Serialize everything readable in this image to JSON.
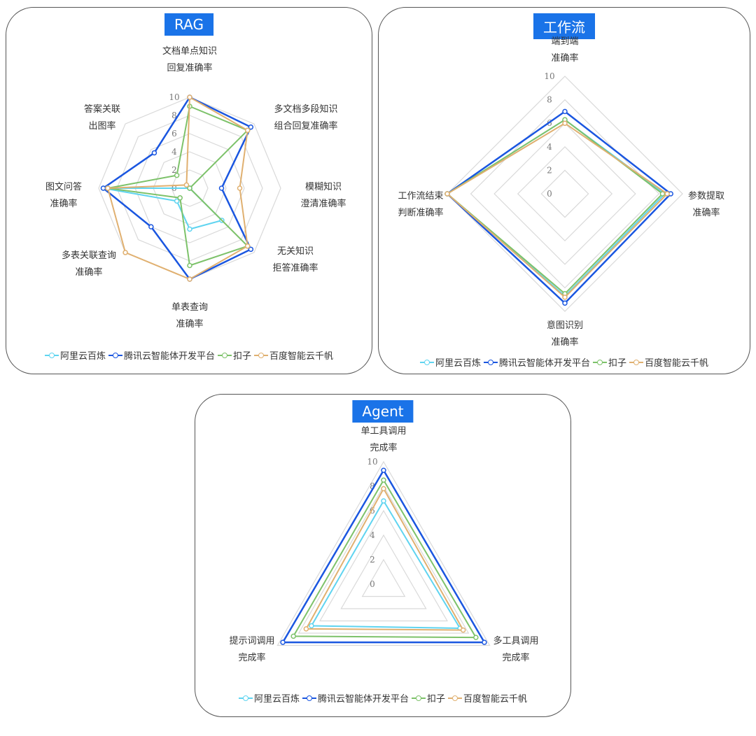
{
  "legend": [
    {
      "name": "阿里云百炼",
      "color": "#5fd4f0"
    },
    {
      "name": "腾讯云智能体开发平台",
      "color": "#1a56e0"
    },
    {
      "name": "扣子",
      "color": "#7dc26a"
    },
    {
      "name": "百度智能云千帆",
      "color": "#e0b070"
    }
  ],
  "chart_data": [
    {
      "type": "radar",
      "title": "RAG",
      "axes": [
        [
          "文档单点知识",
          "回复准确率"
        ],
        [
          "多文档多段知识",
          "组合回复准确率"
        ],
        [
          "模糊知识",
          "澄清准确率"
        ],
        [
          "无关知识",
          "拒答准确率"
        ],
        [
          "单表查询",
          "准确率"
        ],
        [
          "多表关联查询",
          "准确率"
        ],
        [
          "图文问答",
          "准确率"
        ],
        [
          "答案关联",
          "出图率"
        ]
      ],
      "tick_labels": [
        "0",
        "2",
        "4",
        "6",
        "8",
        "10"
      ],
      "range": [
        0,
        10
      ],
      "grid": true,
      "series": [
        {
          "name": "阿里云百炼",
          "values": [
            0,
            0,
            0,
            5.0,
            4.5,
            2.0,
            9.5,
            0
          ]
        },
        {
          "name": "腾讯云智能体开发平台",
          "values": [
            10,
            9.5,
            3.5,
            9.5,
            10,
            6.0,
            9.5,
            5.5
          ]
        },
        {
          "name": "扣子",
          "values": [
            9.0,
            9.0,
            0,
            9.0,
            8.5,
            1.5,
            9.0,
            2.0
          ]
        },
        {
          "name": "百度智能云千帆",
          "values": [
            10,
            9.0,
            5.5,
            9.0,
            10,
            10,
            9.0,
            0.5
          ]
        }
      ],
      "legend_position": "bottom"
    },
    {
      "type": "radar",
      "title": "工作流",
      "axes": [
        [
          "端到端",
          "准确率"
        ],
        [
          "参数提取",
          "准确率"
        ],
        [
          "意图识别",
          "准确率"
        ],
        [
          "工作流结束",
          "判断准确率"
        ]
      ],
      "tick_labels": [
        "0",
        "2",
        "4",
        "6",
        "8",
        "10"
      ],
      "range": [
        0,
        10
      ],
      "grid": true,
      "series": [
        {
          "name": "阿里云百炼",
          "values": [
            6.3,
            8.5,
            8.7,
            10
          ]
        },
        {
          "name": "腾讯云智能体开发平台",
          "values": [
            7.0,
            9.0,
            9.3,
            10
          ]
        },
        {
          "name": "扣子",
          "values": [
            6.3,
            8.3,
            8.5,
            10
          ]
        },
        {
          "name": "百度智能云千帆",
          "values": [
            6.0,
            8.7,
            8.8,
            10
          ]
        }
      ],
      "legend_position": "bottom"
    },
    {
      "type": "radar",
      "title": "Agent",
      "axes": [
        [
          "单工具调用",
          "完成率"
        ],
        [
          "多工具调用",
          "完成率"
        ],
        [
          "提示词调用",
          "完成率"
        ]
      ],
      "tick_labels": [
        "0",
        "2",
        "4",
        "6",
        "8",
        "10"
      ],
      "range": [
        0,
        10
      ],
      "grid": true,
      "series": [
        {
          "name": "阿里云百炼",
          "values": [
            6.8,
            7.2,
            6.8
          ]
        },
        {
          "name": "腾讯云智能体开发平台",
          "values": [
            9.3,
            9.5,
            9.5
          ]
        },
        {
          "name": "扣子",
          "values": [
            8.5,
            8.7,
            8.5
          ]
        },
        {
          "name": "百度智能云千帆",
          "values": [
            7.8,
            7.5,
            7.3
          ]
        }
      ],
      "legend_position": "bottom"
    }
  ]
}
